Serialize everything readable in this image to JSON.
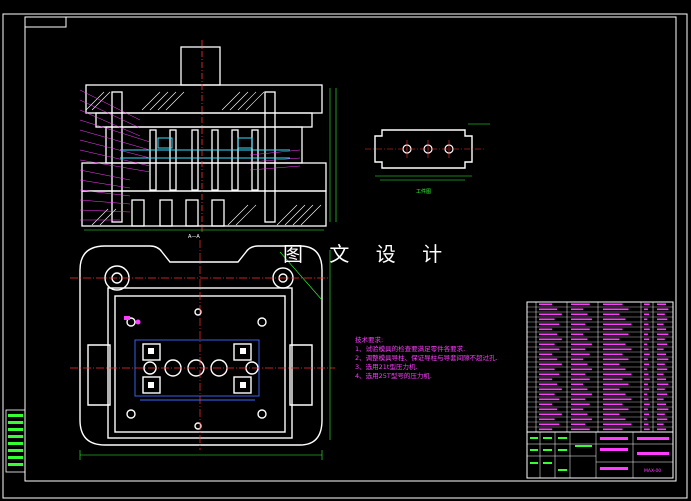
{
  "drawing": {
    "watermark": "图 文 设 计",
    "section_label": "A—A",
    "workpiece_label": "工件图",
    "notes": {
      "title": "技术要求:",
      "items": [
        "1、试验模具的检查要满足零件各要求.",
        "2、调整模具导柱、保证导柱与导套间隙不超过孔.",
        "3、选用21t型压力机.",
        "4、选用25T型号的压力机."
      ]
    },
    "title_block_code": "MAX-00"
  },
  "colors": {
    "background": "#000000",
    "outline": "#ffffff",
    "center_line": "#ff3030",
    "hidden_line": "#3a6bff",
    "magenta": "#ff3cff",
    "cyan": "#36e0ff",
    "green": "#33ff33",
    "yellow": "#ffff33"
  }
}
